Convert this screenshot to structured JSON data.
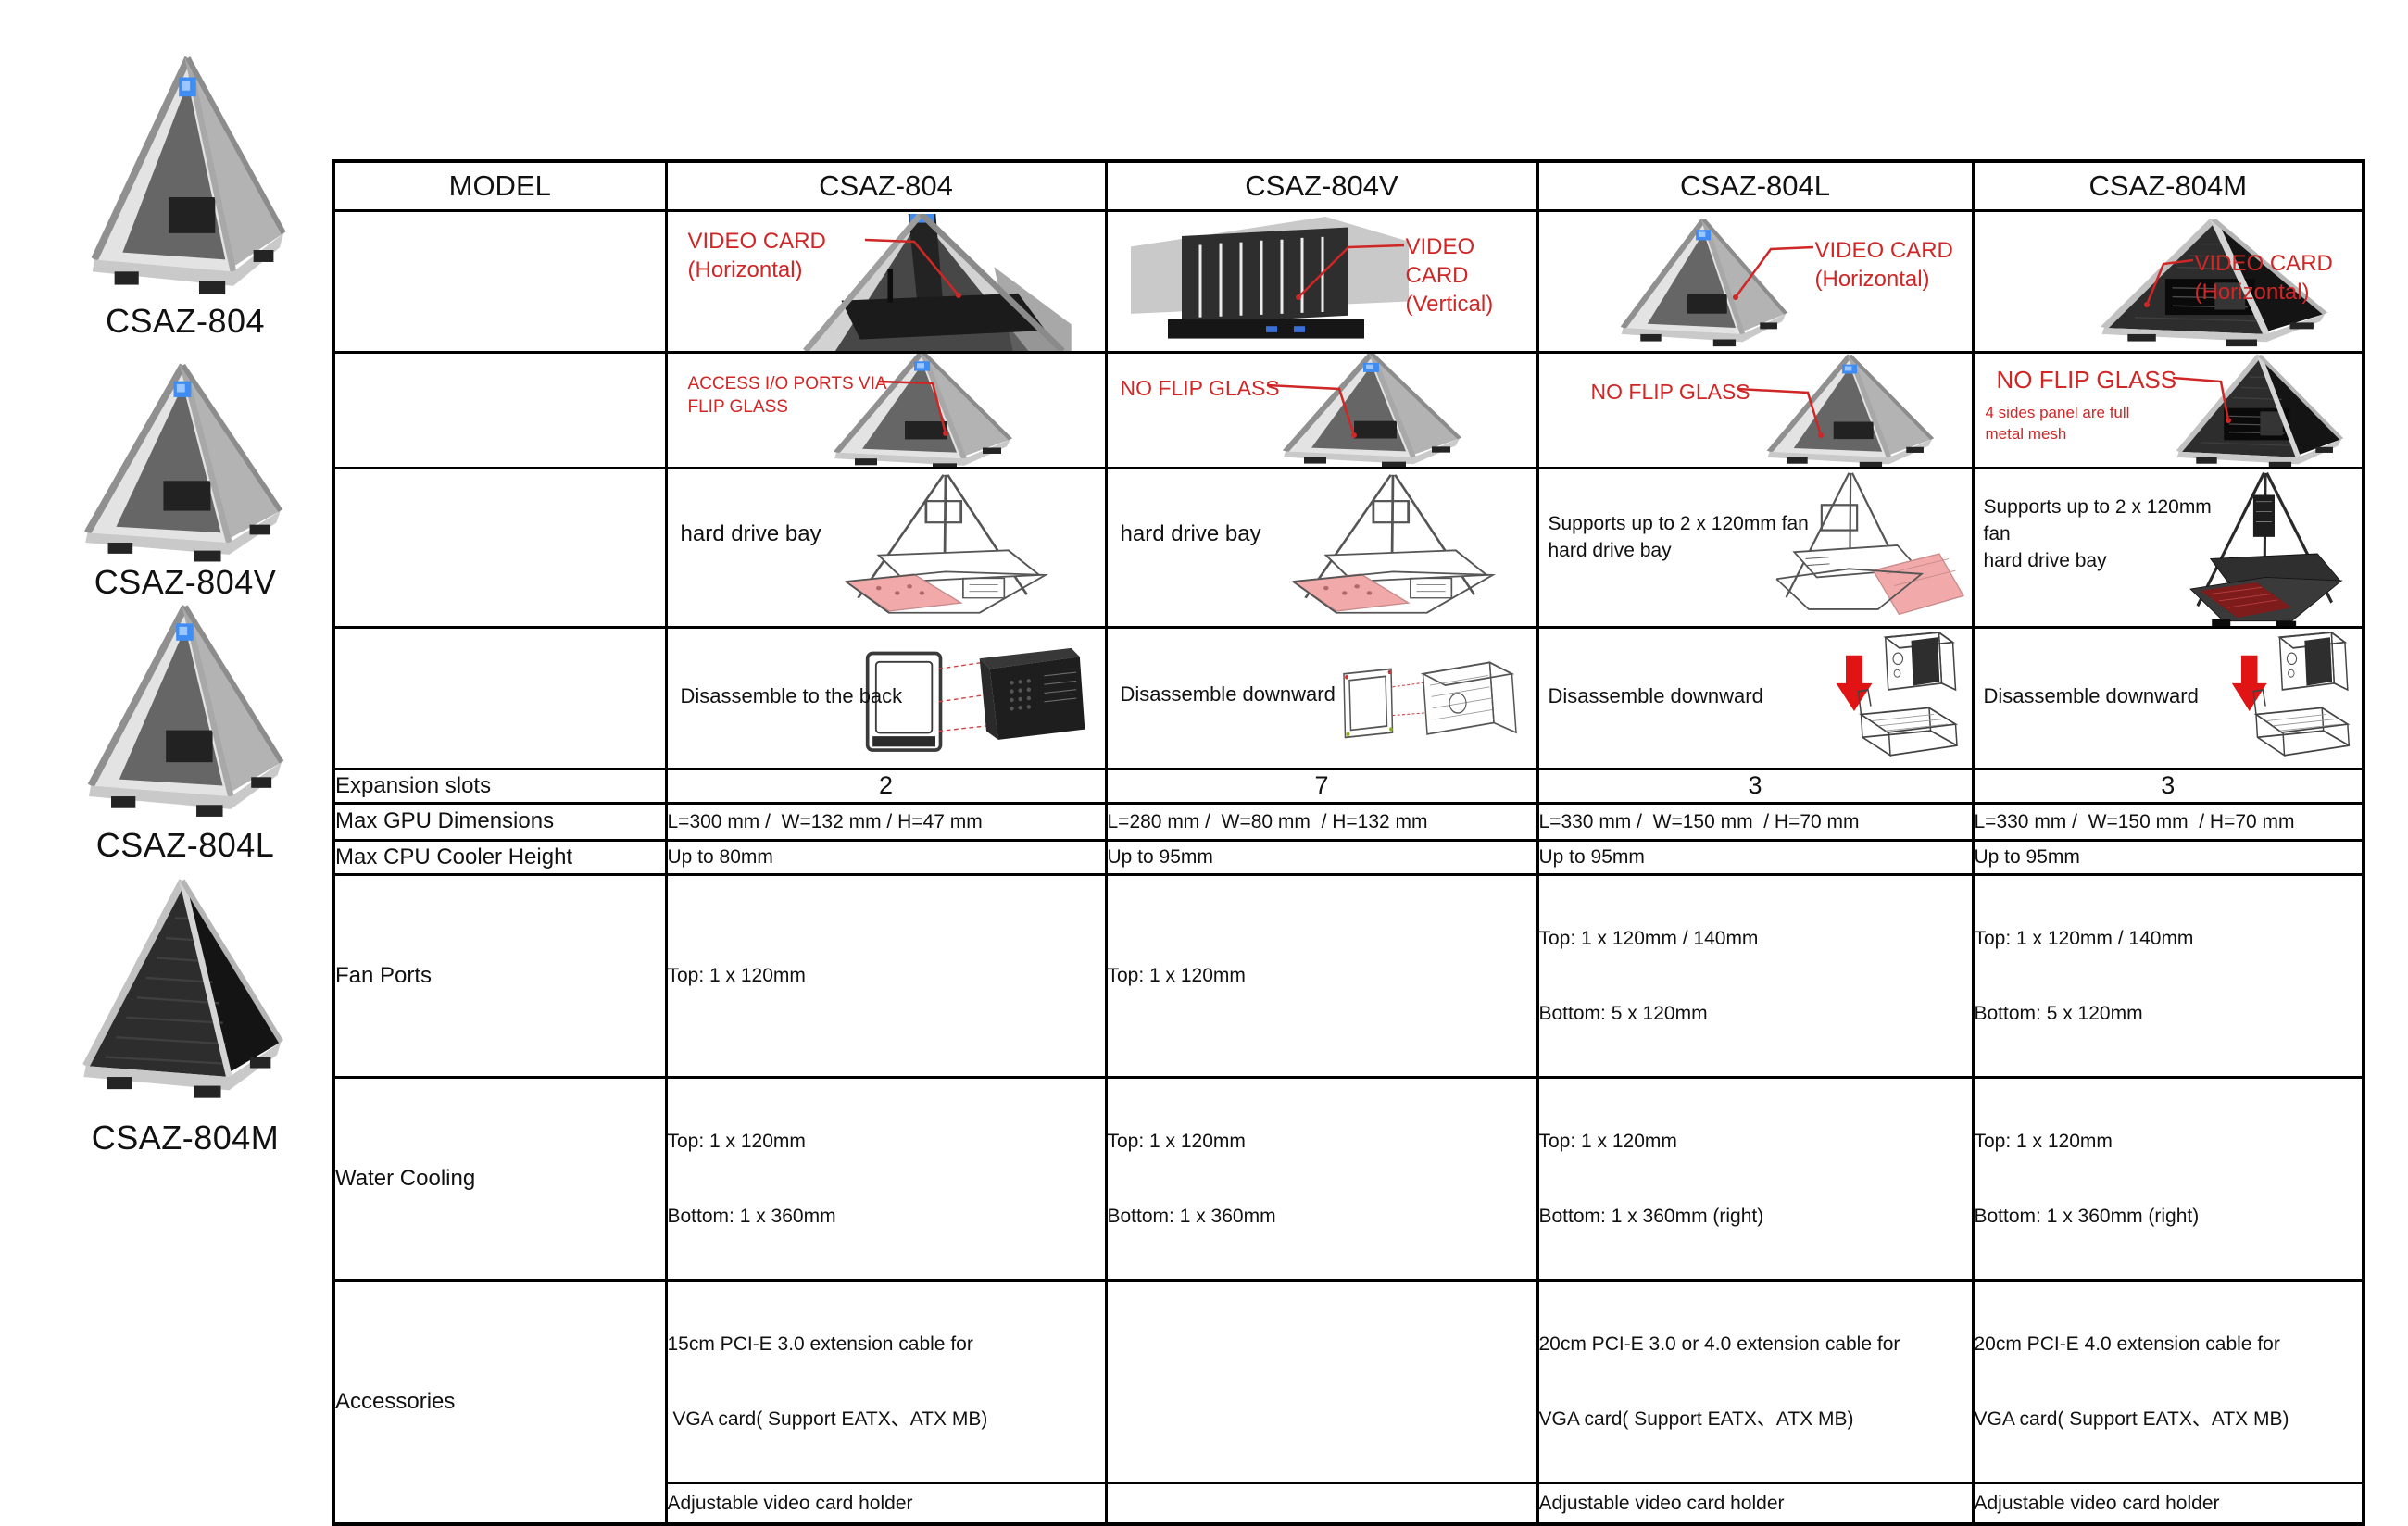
{
  "colors": {
    "annotation_red": "#cf2626",
    "arrow_red": "#e01414",
    "bay_highlight_pink": "#f2a9a9",
    "table_border": "#000000",
    "background": "#ffffff"
  },
  "sidebar": {
    "models": [
      {
        "label": "CSAZ-804"
      },
      {
        "label": "CSAZ-804V"
      },
      {
        "label": "CSAZ-804L"
      },
      {
        "label": "CSAZ-804M"
      }
    ]
  },
  "table": {
    "header": {
      "model_label": "MODEL",
      "columns": [
        "CSAZ-804",
        "CSAZ-804V",
        "CSAZ-804L",
        "CSAZ-804M"
      ]
    },
    "video_card_row": {
      "c804": {
        "line1": "VIDEO CARD",
        "line2": "(Horizontal)"
      },
      "c804v": {
        "line1": "VIDEO CARD",
        "line2": "(Vertical)"
      },
      "c804l": {
        "line1": "VIDEO CARD",
        "line2": "(Horizontal)"
      },
      "c804m": {
        "line1": "VIDEO CARD",
        "line2": "(Horizontal)"
      }
    },
    "flip_glass_row": {
      "c804": {
        "line1": "ACCESS I/O PORTS VIA",
        "line2": "FLIP GLASS"
      },
      "c804v": {
        "line1": "NO FLIP GLASS"
      },
      "c804l": {
        "line1": "NO FLIP GLASS"
      },
      "c804m": {
        "line1": "NO FLIP GLASS",
        "note1": "4 sides panel are full",
        "note2": "metal mesh"
      }
    },
    "hard_drive_row": {
      "c804": {
        "line1": "hard drive bay"
      },
      "c804v": {
        "line1": "hard drive bay"
      },
      "c804l": {
        "line1": "Supports up to 2 x 120mm fan",
        "line2": "hard drive bay"
      },
      "c804m": {
        "line1": "Supports up to 2 x 120mm",
        "line2": "fan",
        "line3": "hard drive bay"
      }
    },
    "psu_row": {
      "c804": {
        "line1": "Disassemble to the back"
      },
      "c804v": {
        "line1": "Disassemble downward"
      },
      "c804l": {
        "line1": "Disassemble downward"
      },
      "c804m": {
        "line1": "Disassemble downward"
      }
    },
    "specs": {
      "expansion_slots": {
        "label": "Expansion slots",
        "c804": "2",
        "c804v": "7",
        "c804l": "3",
        "c804m": "3"
      },
      "max_gpu": {
        "label": "Max GPU Dimensions",
        "c804": "L=300 mm /  W=132 mm / H=47 mm",
        "c804v": "L=280 mm /  W=80 mm  / H=132 mm",
        "c804l": "L=330 mm /  W=150 mm  / H=70 mm",
        "c804m": "L=330 mm /  W=150 mm  / H=70 mm"
      },
      "max_cpu_cooler": {
        "label": "Max CPU Cooler Height",
        "c804": "Up to 80mm",
        "c804v": "Up to 95mm",
        "c804l": "Up to 95mm",
        "c804m": "Up to 95mm"
      },
      "fan_ports": {
        "label": "Fan Ports",
        "c804_1": "Top: 1 x 120mm",
        "c804v_1": "Top: 1 x 120mm",
        "c804l_1": "Top: 1 x 120mm / 140mm",
        "c804l_2": "Bottom: 5 x 120mm",
        "c804m_1": "Top: 1 x 120mm / 140mm",
        "c804m_2": "Bottom: 5 x 120mm"
      },
      "water_cooling": {
        "label": "Water Cooling",
        "c804_1": "Top: 1 x 120mm",
        "c804_2": "Bottom: 1 x 360mm",
        "c804v_1": "Top: 1 x 120mm",
        "c804v_2": "Bottom: 1 x 360mm",
        "c804l_1": "Top: 1 x 120mm",
        "c804l_2": "Bottom: 1 x 360mm (right)",
        "c804m_1": "Top: 1 x 120mm",
        "c804m_2": "Bottom: 1 x 360mm (right)"
      },
      "accessories": {
        "label": "Accessories",
        "c804_1": "15cm PCI-E 3.0 extension cable for",
        "c804_2": " VGA card( Support EATX、ATX MB)",
        "c804l_1": "20cm PCI-E 3.0 or 4.0 extension cable for",
        "c804l_2": "VGA card( Support EATX、ATX MB)",
        "c804m_1": "20cm PCI-E 4.0 extension cable for",
        "c804m_2": "VGA card( Support EATX、ATX MB)",
        "holder": "Adjustable video card holder"
      }
    }
  }
}
